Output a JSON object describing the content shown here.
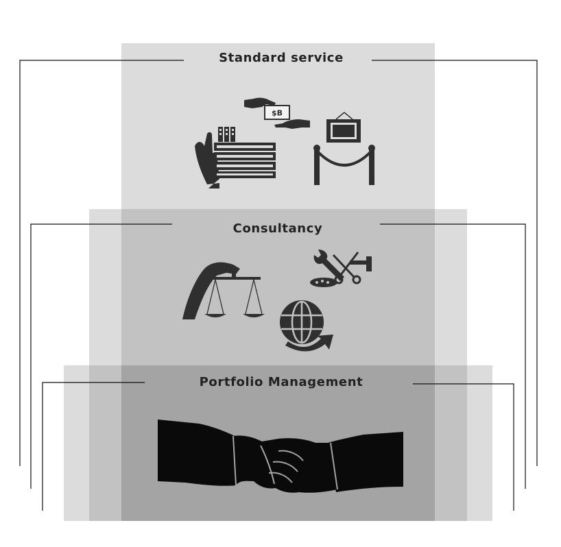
{
  "tiers": [
    {
      "id": "standard",
      "title": "Standard service",
      "fill": "#dcdcdc",
      "icons": [
        "hand-with-documents-icon",
        "money-exchange-icon",
        "gallery-rope-icon"
      ]
    },
    {
      "id": "consultancy",
      "title": "Consultancy",
      "fill": "#c2c2c2",
      "icons": [
        "balance-scale-icon",
        "tools-icon",
        "globe-arrow-icon"
      ]
    },
    {
      "id": "portfolio",
      "title": "Portfolio Management",
      "fill": "#a4a4a4",
      "icons": [
        "handshake-icon"
      ]
    }
  ],
  "money_note": "$B",
  "colors": {
    "ink": "#2f2f2f",
    "line": "#111111"
  }
}
